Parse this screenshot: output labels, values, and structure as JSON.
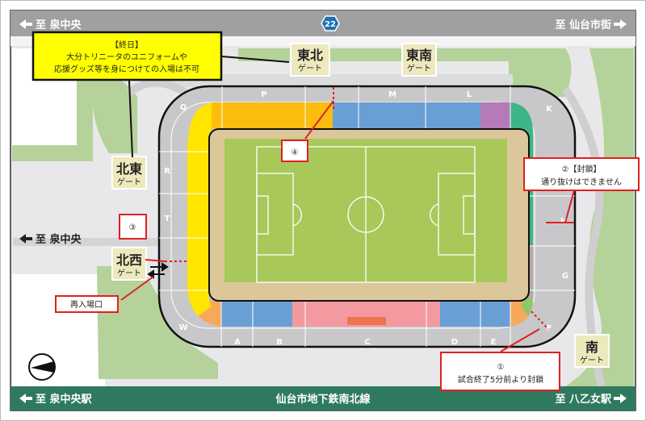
{
  "top_road": {
    "left": "至 泉中央",
    "right": "至 仙台市街",
    "route": "22"
  },
  "bottom_road": {
    "left": "至 泉中央駅",
    "center": "仙台市地下鉄南北線",
    "right": "至 八乙女駅"
  },
  "left_road": "至 泉中央",
  "gates": [
    {
      "name": "東北",
      "sub": "ゲート"
    },
    {
      "name": "東南",
      "sub": "ゲート"
    },
    {
      "name": "北東",
      "sub": "ゲート"
    },
    {
      "name": "北西",
      "sub": "ゲート"
    },
    {
      "name": "南",
      "sub": "ゲート"
    }
  ],
  "notice": {
    "title": "【終日】",
    "line1": "大分トリニータのユニフォームや",
    "line2": "応援グッズ等を身につけての入場は不可"
  },
  "callouts": {
    "c1_num": "①",
    "c1_text": "試合終了5分前より封鎖",
    "c2_title": "②【封鎖】",
    "c2_text": "通り抜けはできません",
    "c3": "③",
    "c4": "④",
    "reentry": "再入場口"
  },
  "sections": {
    "P": "P",
    "M": "M",
    "L": "L",
    "Q": "Q",
    "K": "K",
    "R": "R",
    "T": "T",
    "W": "W",
    "A": "A",
    "B": "B",
    "C": "C",
    "D": "D",
    "E": "E",
    "F": "F",
    "G": "G",
    "H": "H"
  },
  "colors": {
    "orange": "#fbbd0e",
    "blue": "#6a9fd6",
    "purple": "#b57ab8",
    "green": "#3cb686",
    "yellow": "#ffe500",
    "pink": "#f29aa0",
    "taupe": "#b9a9a3",
    "lightorange": "#f7a85a",
    "lightgreen": "#8cc86a",
    "pitch": "#a9c85a",
    "track": "#dcc79a"
  }
}
